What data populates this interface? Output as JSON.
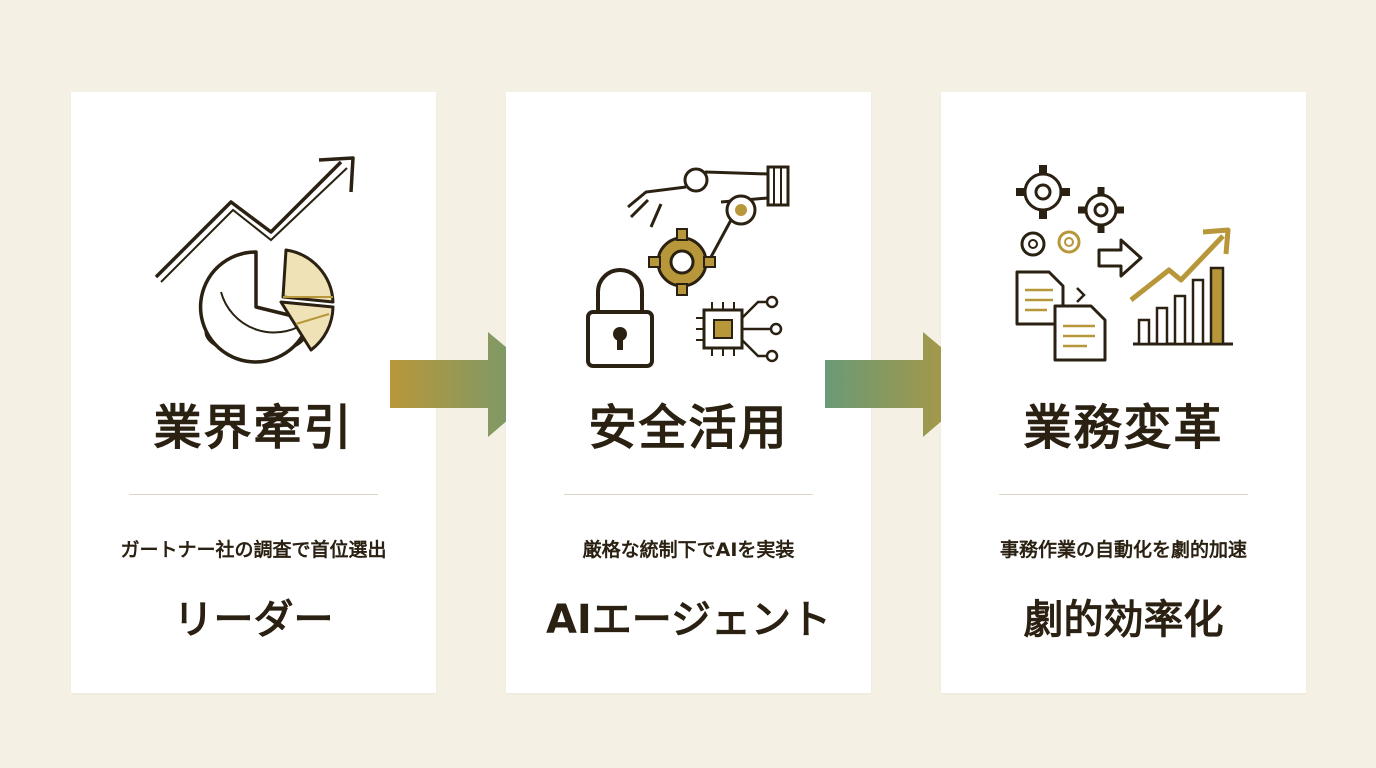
{
  "cards": [
    {
      "title": "業界牽引",
      "description": "ガートナー社の調査で首位選出",
      "highlight": "リーダー",
      "icon": "growth-chart-icon"
    },
    {
      "title": "安全活用",
      "description": "厳格な統制下でAIを実装",
      "highlight": "AIエージェント",
      "icon": "robot-security-icon"
    },
    {
      "title": "業務変革",
      "description": "事務作業の自動化を劇的加速",
      "highlight": "劇的効率化",
      "icon": "automation-icon"
    }
  ],
  "colors": {
    "background": "#f5f0e4",
    "card": "#ffffff",
    "text": "#2b2112",
    "gold": "#b8973a",
    "green": "#6a9a76",
    "divider": "#ddd6c4"
  }
}
